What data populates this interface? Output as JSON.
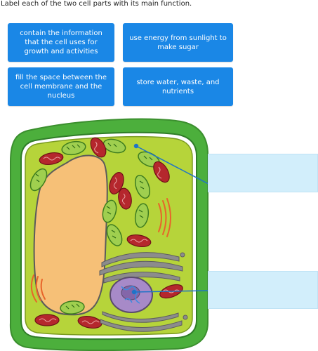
{
  "instructions": "Label each of the two cell parts with its main function.",
  "answer_tiles": [
    {
      "label": "contain the information that the cell uses for growth and activities"
    },
    {
      "label": "use energy from sunlight to make sugar"
    },
    {
      "label": "fill the space between the cell membrane and the nucleus"
    },
    {
      "label": "store water, waste, and nutrients"
    }
  ],
  "drop_zones": [
    {
      "target": "cytoplasm",
      "value": ""
    },
    {
      "target": "nucleus",
      "value": ""
    }
  ],
  "diagram": {
    "subject": "plant cell",
    "colors": {
      "cell_wall": "#4caf3c",
      "cytoplasm": "#b6d43a",
      "vacuole": "#f6c077",
      "nucleus": "#a78ac8",
      "chloroplast": "#9fcf4f",
      "mitochondria": "#b5272d",
      "golgi": "#8c8c8c",
      "leader_line": "#1f73c7",
      "tile_bg": "#1a87e6",
      "drop_zone_bg": "#d2eefb"
    }
  }
}
